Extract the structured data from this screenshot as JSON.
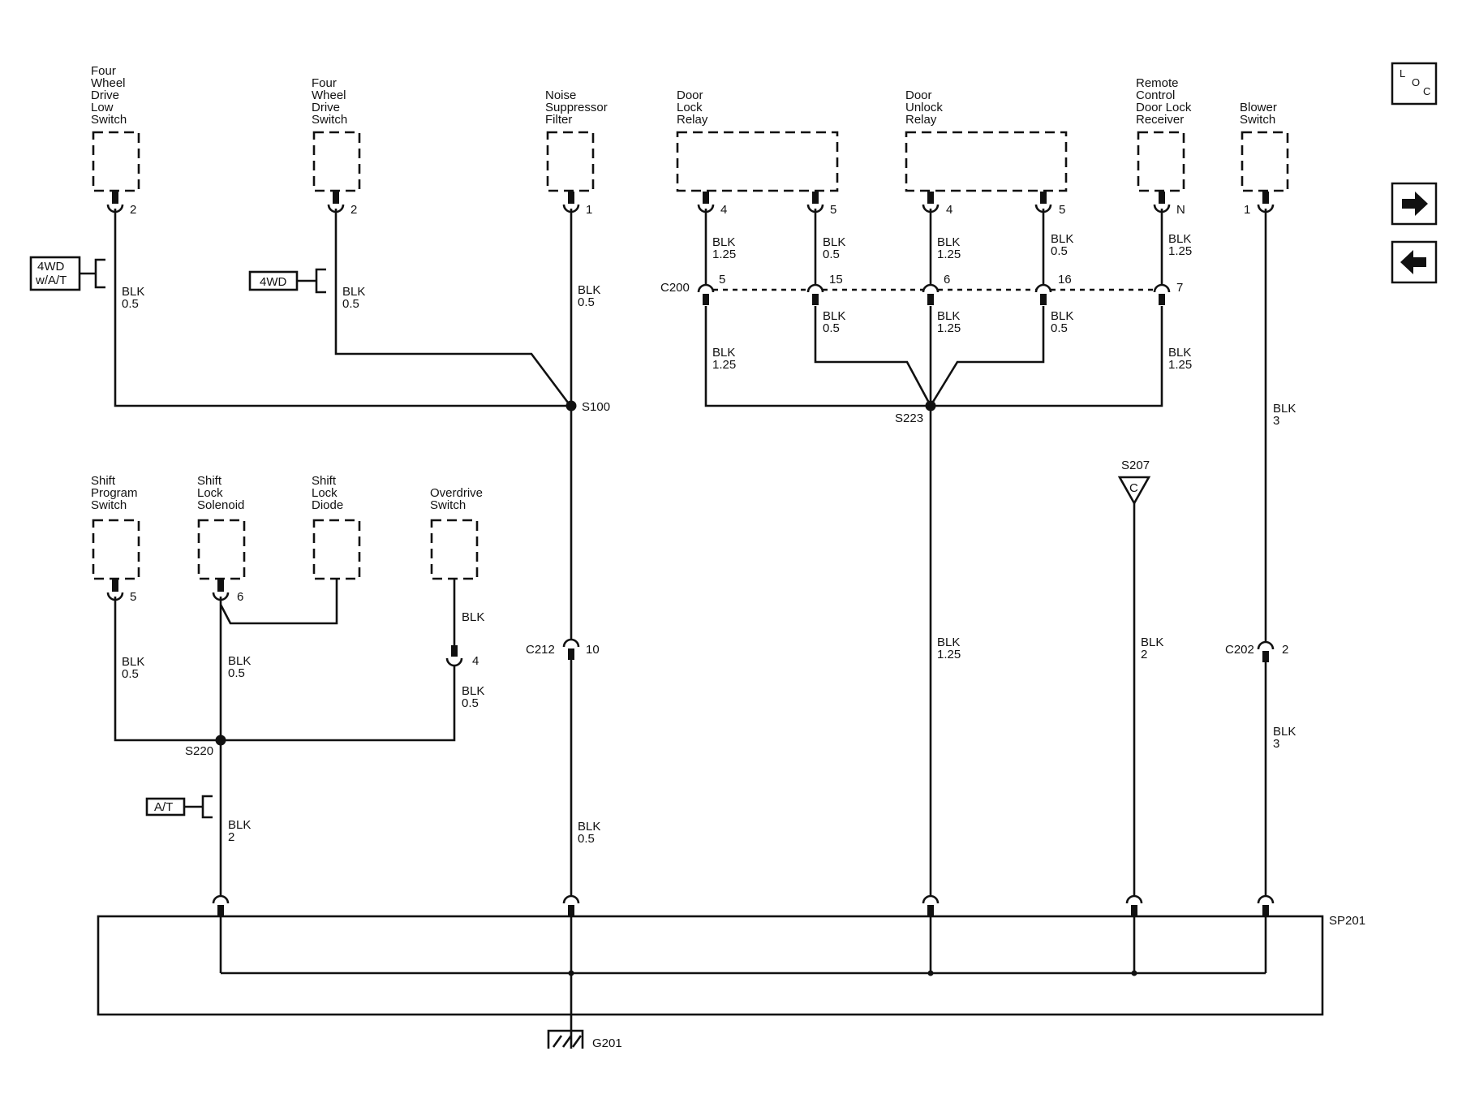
{
  "components": {
    "fwd_low_switch": [
      "Four",
      "Wheel",
      "Drive",
      "Low",
      "Switch"
    ],
    "fwd_switch": [
      "Four",
      "Wheel",
      "Drive",
      "Switch"
    ],
    "noise_filter": [
      "Noise",
      "Suppressor",
      "Filter"
    ],
    "door_lock_relay": [
      "Door",
      "Lock",
      "Relay"
    ],
    "door_unlock_relay": [
      "Door",
      "Unlock",
      "Relay"
    ],
    "rcdlr": [
      "Remote",
      "Control",
      "Door Lock",
      "Receiver"
    ],
    "blower_switch": [
      "Blower",
      "Switch"
    ],
    "shift_program_switch": [
      "Shift",
      "Program",
      "Switch"
    ],
    "shift_lock_solenoid": [
      "Shift",
      "Lock",
      "Solenoid"
    ],
    "shift_lock_diode": [
      "Shift",
      "Lock",
      "Diode"
    ],
    "overdrive_switch": [
      "Overdrive",
      "Switch"
    ]
  },
  "pins": {
    "fwd_low": "2",
    "fwd": "2",
    "noise": "1",
    "dlr_a": "4",
    "dlr_b": "5",
    "dur_a": "4",
    "dur_b": "5",
    "rcdlr": "N",
    "blower": "1",
    "shift_prog": "5",
    "shift_sol": "6",
    "od": "4",
    "c200_a": "5",
    "c200_b": "15",
    "c200_c": "6",
    "c200_d": "16",
    "c200_e": "7",
    "c212": "10",
    "c202": "2"
  },
  "wires": {
    "fwd_low": [
      "BLK",
      "0.5"
    ],
    "fwd": [
      "BLK",
      "0.5"
    ],
    "noise": [
      "BLK",
      "0.5"
    ],
    "dlr_a_top": [
      "BLK",
      "1.25"
    ],
    "dlr_b_top": [
      "BLK",
      "0.5"
    ],
    "dur_a_top": [
      "BLK",
      "1.25"
    ],
    "dur_b_top": [
      "BLK",
      "0.5"
    ],
    "rcdlr_top": [
      "BLK",
      "1.25"
    ],
    "dlr_a_bot": [
      "BLK",
      "1.25"
    ],
    "dlr_b_bot": [
      "BLK",
      "0.5"
    ],
    "dur_a_bot": [
      "BLK",
      "1.25"
    ],
    "dur_b_bot": [
      "BLK",
      "0.5"
    ],
    "rcdlr_bot": [
      "BLK",
      "1.25"
    ],
    "blower_top": [
      "BLK",
      "3"
    ],
    "shift_prog": [
      "BLK",
      "0.5"
    ],
    "shift_sol": [
      "BLK",
      "0.5"
    ],
    "od_top": [
      "BLK"
    ],
    "od_bot": [
      "BLK",
      "0.5"
    ],
    "s223_down": [
      "BLK",
      "1.25"
    ],
    "s207_down": [
      "BLK",
      "2"
    ],
    "blower_bot": [
      "BLK",
      "3"
    ],
    "s220_down": [
      "BLK",
      "2"
    ],
    "s100_down": [
      "BLK",
      "0.5"
    ]
  },
  "options": {
    "fwd_wat": [
      "4WD",
      "w/A/T"
    ],
    "fwd": "4WD",
    "at": "A/T"
  },
  "splices": {
    "s100": "S100",
    "s223": "S223",
    "s220": "S220",
    "s207": "S207",
    "s207_letter": "C"
  },
  "connectors": {
    "c200": "C200",
    "c212": "C212",
    "c202": "C202"
  },
  "splice_pack": "SP201",
  "ground": "G201",
  "nav": {
    "loc": [
      "L",
      "O",
      "C"
    ],
    "next_icon": "arrow-right-icon",
    "prev_icon": "arrow-left-icon"
  }
}
